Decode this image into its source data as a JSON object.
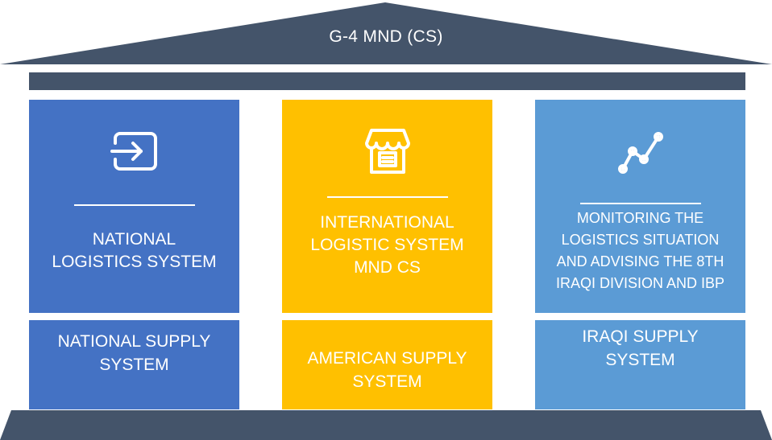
{
  "roof": {
    "title": "G-4 MND (CS)"
  },
  "columns": [
    {
      "icon": "log-in-icon",
      "title_lines": [
        "NATIONAL",
        "LOGISTICS SYSTEM"
      ],
      "sub_lines": [
        "NATIONAL SUPPLY",
        "SYSTEM"
      ],
      "color": "#4472c4"
    },
    {
      "icon": "shop-icon",
      "title_lines": [
        "INTERNATIONAL",
        "LOGISTIC SYSTEM",
        "MND CS"
      ],
      "sub_lines": [
        "AMERICAN SUPPLY",
        "SYSTEM"
      ],
      "color": "#ffc000"
    },
    {
      "icon": "line-chart-icon",
      "title_lines": [
        "MONITORING THE",
        "LOGISTICS SITUATION",
        "AND ADVISING THE 8TH",
        "IRAQI DIVISION AND IBP"
      ],
      "sub_lines": [
        "IRAQI SUPPLY",
        "SYSTEM"
      ],
      "color": "#5b9bd5"
    }
  ],
  "colors": {
    "structure": "#44546a",
    "text": "#ffffff"
  }
}
